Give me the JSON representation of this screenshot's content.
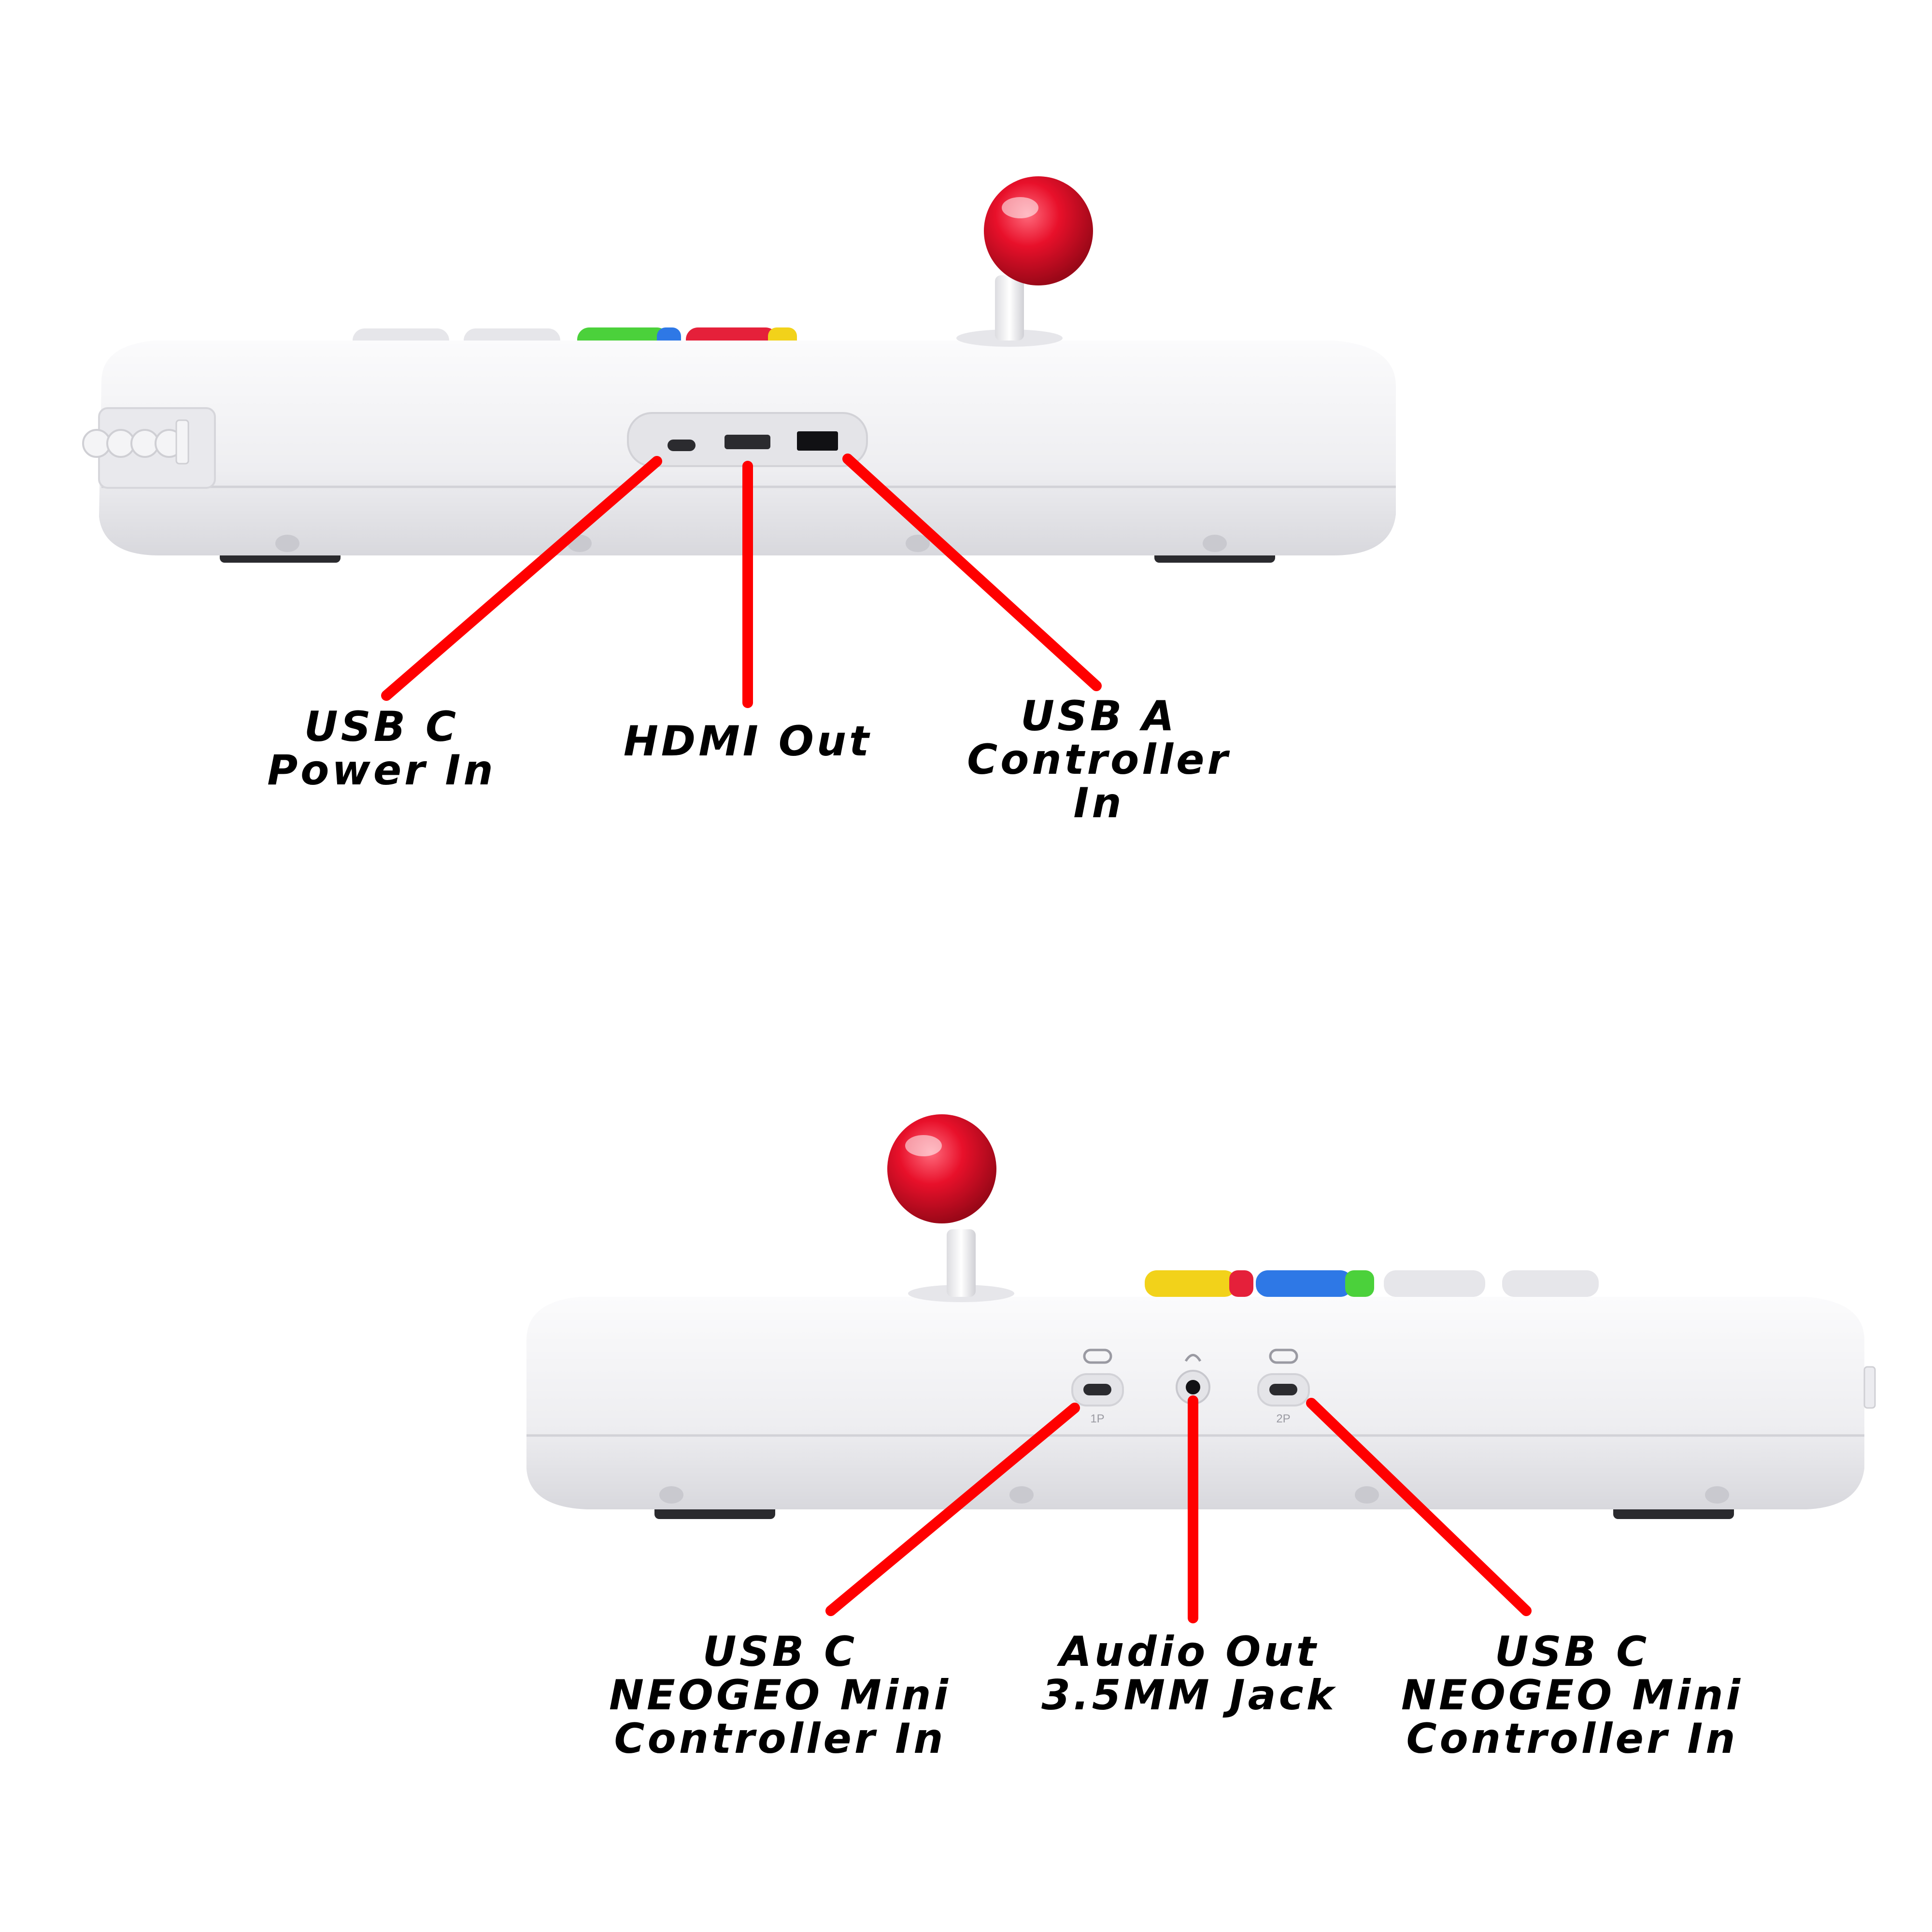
{
  "colors": {
    "callout_line": "#ff0000",
    "label_text": "#000000",
    "console_body": "#f2f2f4",
    "console_shadow": "#d9d9de",
    "joystick_ball": "#e8102a",
    "background": "#ffffff"
  },
  "top_view": {
    "callouts": [
      {
        "id": "usb-c-power",
        "lines": [
          "USB C",
          "Power In"
        ]
      },
      {
        "id": "hdmi-out",
        "lines": [
          "HDMI Out"
        ]
      },
      {
        "id": "usb-a-controller",
        "lines": [
          "USB A",
          "Controller",
          "In"
        ]
      }
    ]
  },
  "bottom_view": {
    "port_marks": {
      "p1": "1P",
      "p2": "2P"
    },
    "callouts": [
      {
        "id": "usb-c-1p",
        "lines": [
          "USB C",
          "NEOGEO Mini",
          "Controller In"
        ]
      },
      {
        "id": "audio-out",
        "lines": [
          "Audio Out",
          "3.5MM Jack"
        ]
      },
      {
        "id": "usb-c-2p",
        "lines": [
          "USB C",
          "NEOGEO Mini",
          "Controller In"
        ]
      }
    ]
  }
}
